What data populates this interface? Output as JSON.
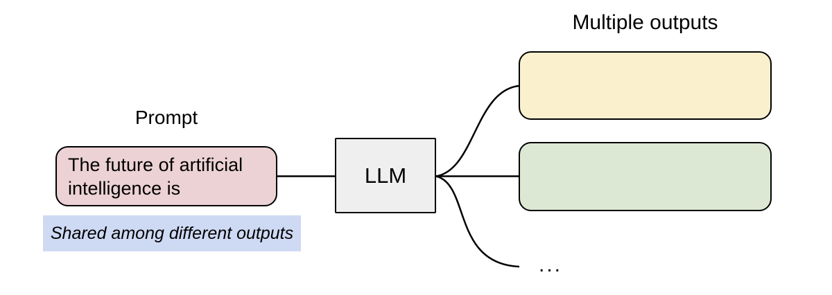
{
  "diagram": {
    "prompt": {
      "label": "Prompt",
      "box_lines": [
        "The future of artificial",
        "intelligence is"
      ],
      "note": "Shared among different outputs"
    },
    "model": {
      "label": "LLM"
    },
    "outputs": {
      "label": "Multiple outputs",
      "ellipsis": "..."
    },
    "colors": {
      "prompt_fill": "#ecd2d4",
      "note_fill": "#ced9f3",
      "model_fill": "#efefef",
      "output_top_fill": "#faf0ce",
      "output_middle_fill": "#dde8d4",
      "stroke": "#000000",
      "background": "#ffffff"
    }
  }
}
